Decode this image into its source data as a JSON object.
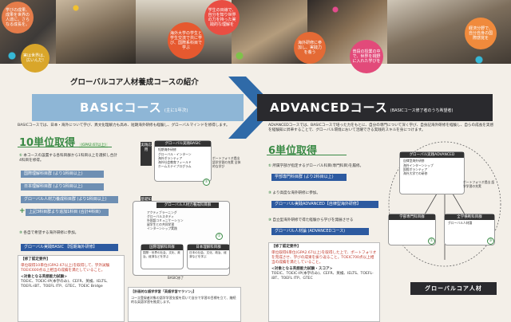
{
  "bubbles": [
    {
      "text": "学びの成果、成果を世界の人達に。さらなる成長を。",
      "color": "#e57c4a"
    },
    {
      "text": "実は世界は、広いんだ!",
      "color": "#d9a62a"
    },
    {
      "text": "海外大学の学生と学生交流で共に学び、国際系科目で学ぶ",
      "color": "#e6592f"
    },
    {
      "text": "学生の目線で、自分を知り世界の力を持った実践的な理解を",
      "color": "#e94e43"
    },
    {
      "text": "海外研修に参加し、実践力を養う",
      "color": "#e46a35"
    },
    {
      "text": "普段の授業の中で、世界を視野に入れた学びを",
      "color": "#e24a7a"
    },
    {
      "text": "経済分野で、自分自身の国際感覚を",
      "color": "#f08a3c"
    }
  ],
  "header": {
    "title": "グローバルコア人材養成コースの紹介"
  },
  "basic": {
    "band_label": "BASICコース",
    "band_sub": "(主に1年次)",
    "intro": "BASICコースでは、日本・海外について学び、異文化理解力も高め、短期海外研修も経験し、グローバルマインドを修得します。",
    "credits_big": "10単位取得",
    "credits_note": "(GPA2.67以上)",
    "step1": "本コースの設置する各科目群から1科目以上を選択し合計4科目を修得。",
    "groups": [
      "国際理解科目群 (より1科目以上)",
      "日本理解科目群 (より1科目以上)",
      "グローバル人材力養成科目群 (より1科目以上)",
      "上記3科目群より追加1科目 (合計4科目)"
    ],
    "step2": "各自で希望する海外研修に参加。",
    "practice": "グローバル実践BASIC 【短期海外研修】",
    "req_title": "【修了認定要件】",
    "req_body": "単位取得10単位(GPA2.67以上)を取得して、学外試験TOEIC600点以上相当の成績を満たしていること。",
    "eng_title": "<対象となる英語能力試験>",
    "eng_body": "TOEIC、TOEIC-IP(本学のみ)、CEFR、英検、IELTS、TOEFL-iBT、TOEFL ITP、GTEC、TOEIC Bridge"
  },
  "diagram_mid": {
    "top_left": "実践応用",
    "top_right": "グローバル実践BASIC",
    "top_items": [
      "短期海外研修",
      "グローバル・インターン",
      "海外ボランティア",
      "海外社会教育フィールド",
      "ホームステイプログラム"
    ],
    "side_label": "基礎知識",
    "mid_title": "グローバル人材力養成科目群",
    "mid_items": [
      "アクティブラーニング",
      "グローバルスタディ",
      "外国語コミュニケーション",
      "留学生との共同学習",
      "インターンシップ実践"
    ],
    "left_title": "国際理解科目群",
    "left_body": "国際・世界の社会、文化、政治、経済などを学ぶ",
    "right_title": "日本理解科目群",
    "right_body": "日本の社会、文化、政治、経済などを学ぶ",
    "foot": "BASIC修了",
    "portfolio": "ポートフォリオ提出 語学学習の充実 全体的な学び",
    "study_title": "【計画的な語学学習「英語学習マラソン」】",
    "study_body": "コース登録者対象の語学学習支援を用いて自分で学習の目標を立て、継続的な英語学習を推奨します。"
  },
  "advanced": {
    "band_label": "ADVANCEDコース",
    "band_sub": "(BASICコース修了者のうち希望者)",
    "intro": "ADVANCEDコースでは、BASICコースで培った力をもとに、自分の専門について深く学び、自身記海外研修を経験し、自らの成長を実感を経験知に昇華することで、グローバル環境において活躍できる実践的スキルを身につけます。",
    "credits_big": "6単位取得",
    "step1": "所属学部が指定するグローバル科目(専門科目)を履修。",
    "bar1": "学部専門科目群 (より2科目以上)",
    "step2": "より高度な海外研修に参加。",
    "bar2": "グローバル実践ADVANCED【自律型海外研修】",
    "step3": "自立型海外研修で得た経験から学びを発展させる",
    "bar3": "グローバル人材論 (ADVANCEDコース)",
    "req_title": "【修了認定要件】",
    "req_body": "単位取得6単位(GPA2.67以上)を取得した上で、ポートフォリオを完成させ、学びの成果を振り返ること。TOEIC700点以上相当の成績を満たしていること。",
    "eng_title": "<対象となる英語能力試験・スコア>",
    "eng_body": "TOEIC、TOEIC-IP(本学のみ)、CEFR、英検、IELTS、TOEFL-iBT、TOEFL ITP、GTEC",
    "diagram_top": "グローバル実践ADVANCED",
    "diagram_top_items": [
      "自律型海外研修",
      "海外インターンシップ",
      "国際ボランティア",
      "海外大学での研修"
    ],
    "diagram_left": "学部専門科目群",
    "diagram_right": "全学横断科目群",
    "diagram_right_sub": "グローバル人材論",
    "portfolio": "ポートフォリオ提出 語学学習の充実",
    "final": "グローバルコア人材"
  }
}
